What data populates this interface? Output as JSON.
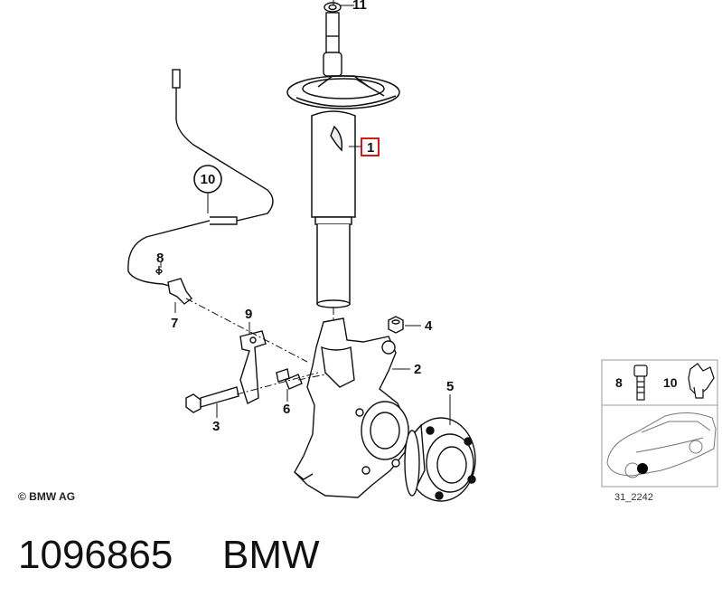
{
  "diagram": {
    "callouts": {
      "c1": "1",
      "c2": "2",
      "c3": "3",
      "c4": "4",
      "c5": "5",
      "c6": "6",
      "c7": "7",
      "c8": "8",
      "c9": "9",
      "c10": "10",
      "c11": "11"
    },
    "copyright": "© BMW AG",
    "inset": {
      "label_8": "8",
      "label_10": "10",
      "ref_code": "31_2242"
    },
    "highlight_color": "#cc0000"
  },
  "footer": {
    "part_number": "1096865",
    "brand": "BMW"
  }
}
